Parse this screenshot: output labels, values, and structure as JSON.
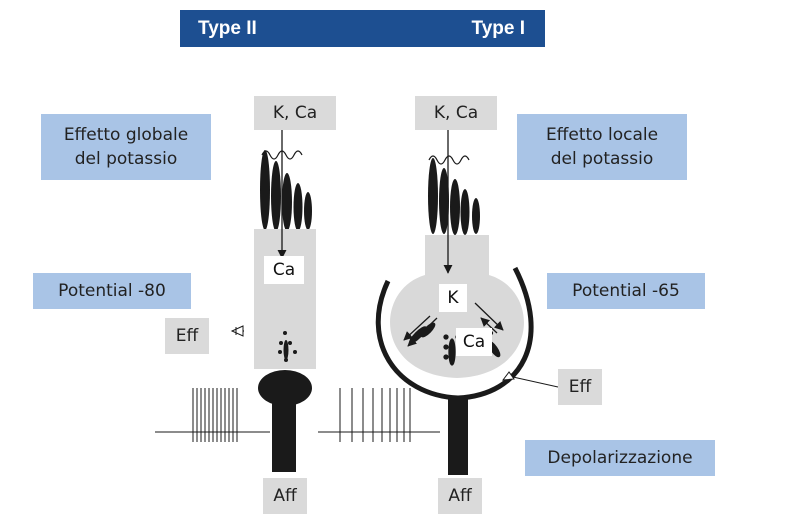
{
  "header": {
    "left_label": "Type II",
    "right_label": "Type I",
    "color": "#1d4f91"
  },
  "left": {
    "effect_label": "Effetto globale\ndel potassio",
    "potential_label": "Potential -80",
    "ions_top": "K, Ca",
    "ion_inner": "Ca",
    "eff_label": "Eff",
    "aff_label": "Aff"
  },
  "right": {
    "effect_label": "Effetto locale\ndel potassio",
    "potential_label": "Potential -65",
    "ions_top": "K, Ca",
    "ion_k": "K",
    "ion_ca": "Ca",
    "eff_label": "Eff",
    "aff_label": "Aff",
    "depolarization_label": "Depolarizzazione"
  },
  "colors": {
    "label_blue": "#a9c4e6",
    "cell_grey": "#d9d9d9",
    "dark": "#1a1a1a"
  }
}
